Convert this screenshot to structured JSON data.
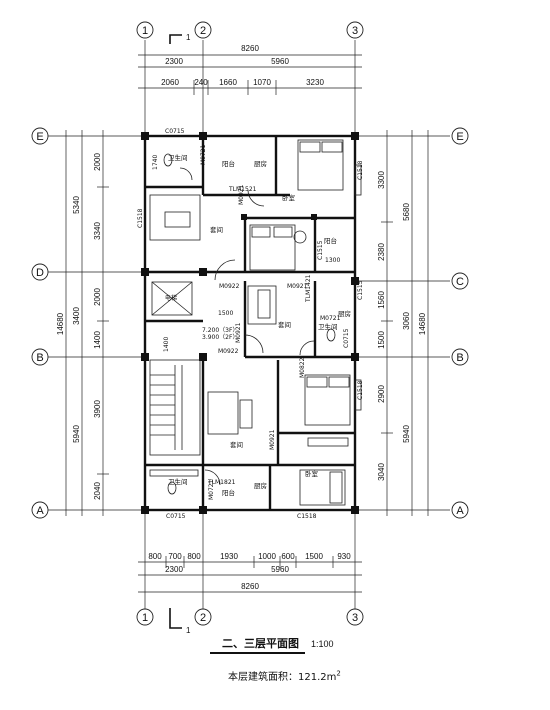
{
  "axes": {
    "top": [
      "1",
      "2",
      "3"
    ],
    "bottom": [
      "1",
      "2",
      "3"
    ],
    "left": [
      "E",
      "D",
      "B",
      "A"
    ],
    "right": [
      "E",
      "C",
      "B",
      "A"
    ]
  },
  "section_mark": "1",
  "dims": {
    "top_total": "8260",
    "top_mid": [
      "2300",
      "5960"
    ],
    "top_detail": [
      "2060",
      "240",
      "1660",
      "1070",
      "3230"
    ],
    "bottom_detail": [
      "800",
      "700",
      "800",
      "1930",
      "1000",
      "600",
      "1500",
      "930"
    ],
    "bottom_mid": [
      "2300",
      "5960"
    ],
    "bottom_total": "8260",
    "left_outer": [
      "5340",
      "3400",
      "5940"
    ],
    "left_total": "14680",
    "left_inner": [
      "2000",
      "3340",
      "2000",
      "1400",
      "3900",
      "2040"
    ],
    "right_outer": [
      "5680",
      "3060",
      "5940"
    ],
    "right_total": "14680",
    "right_inner": [
      "3300",
      "2380",
      "1560",
      "1500",
      "2900",
      "3040"
    ]
  },
  "rooms": {
    "bath_top": "卫生间",
    "balcony_top": "阳台",
    "kitchen_top": "厨房",
    "bedroom_top": "卧室",
    "suite_top": "套间",
    "balcony_mid": "阳台",
    "suite_mid": "套间",
    "bath_mid": "卫生间",
    "kitchen_mid": "厨房",
    "suite_bottom": "套间",
    "bath_bottom": "卫生间",
    "balcony_bottom": "阳台",
    "kitchen_bottom": "厨房",
    "bedroom_bottom": "卧室",
    "elevator": "电梯",
    "level_a": "7.200（3F）",
    "level_b": "3.900（2F）"
  },
  "codes": [
    "C0715",
    "TLM1521",
    "M0721",
    "M0921",
    "C1518",
    "M0922",
    "C1518",
    "C1515",
    "M0921",
    "TLM1421",
    "M0721",
    "C1515",
    "C0715",
    "M0921",
    "M0922",
    "M0822",
    "C1518",
    "TLM1821",
    "M0721",
    "C0715",
    "C1518",
    "M0921",
    "1500",
    "1300",
    "1740",
    "1400"
  ],
  "title": "二、三层平面图",
  "scale": "1:100",
  "area_label": "本层建筑面积：121.2m",
  "area_sup": "2"
}
